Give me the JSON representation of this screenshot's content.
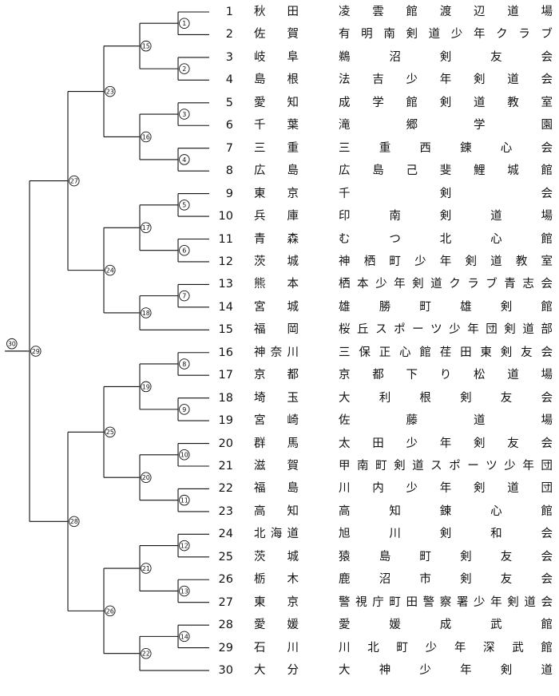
{
  "entries": [
    {
      "no": "1",
      "pref": "秋田",
      "club": "凌雲館渡辺道場"
    },
    {
      "no": "2",
      "pref": "佐賀",
      "club": "有明南剣道少年クラブ"
    },
    {
      "no": "3",
      "pref": "岐阜",
      "club": "鵜沼剣友会"
    },
    {
      "no": "4",
      "pref": "島根",
      "club": "法吉少年剣道会"
    },
    {
      "no": "5",
      "pref": "愛知",
      "club": "成学館剣道教室"
    },
    {
      "no": "6",
      "pref": "千葉",
      "club": "滝郷学園"
    },
    {
      "no": "7",
      "pref": "三重",
      "club": "三重西錬心会"
    },
    {
      "no": "8",
      "pref": "広島",
      "club": "広島己斐鯉城館"
    },
    {
      "no": "9",
      "pref": "東京",
      "club": "千剣会"
    },
    {
      "no": "10",
      "pref": "兵庫",
      "club": "印南剣道場"
    },
    {
      "no": "11",
      "pref": "青森",
      "club": "むつ北心館"
    },
    {
      "no": "12",
      "pref": "茨城",
      "club": "神栖町少年剣道教室"
    },
    {
      "no": "13",
      "pref": "熊本",
      "club": "栖本少年剣道クラブ青志会"
    },
    {
      "no": "14",
      "pref": "宮城",
      "club": "雄勝町雄剣館"
    },
    {
      "no": "15",
      "pref": "福岡",
      "club": "桜丘スポーツ少年団剣道部"
    },
    {
      "no": "16",
      "pref": "神奈川",
      "club": "三保正心館荏田東剣友会"
    },
    {
      "no": "17",
      "pref": "京都",
      "club": "京都下り松道場"
    },
    {
      "no": "18",
      "pref": "埼玉",
      "club": "大利根剣友会"
    },
    {
      "no": "19",
      "pref": "宮崎",
      "club": "佐藤道場"
    },
    {
      "no": "20",
      "pref": "群馬",
      "club": "太田少年剣友会"
    },
    {
      "no": "21",
      "pref": "滋賀",
      "club": "甲南町剣道スポーツ少年団"
    },
    {
      "no": "22",
      "pref": "福島",
      "club": "川内少年剣道団"
    },
    {
      "no": "23",
      "pref": "高知",
      "club": "高知錬心館"
    },
    {
      "no": "24",
      "pref": "北海道",
      "club": "旭川剣和会"
    },
    {
      "no": "25",
      "pref": "茨城",
      "club": "猿島町剣友会"
    },
    {
      "no": "26",
      "pref": "栃木",
      "club": "鹿沼市剣友会"
    },
    {
      "no": "27",
      "pref": "東京",
      "club": "警視庁町田警察署少年剣道会"
    },
    {
      "no": "28",
      "pref": "愛媛",
      "club": "愛媛成武館"
    },
    {
      "no": "29",
      "pref": "石川",
      "club": "川北町少年深武館"
    },
    {
      "no": "30",
      "pref": "大分",
      "club": "大神少年剣道"
    }
  ],
  "matches": [
    {
      "no": "1",
      "a": "e1",
      "b": "e2"
    },
    {
      "no": "2",
      "a": "e3",
      "b": "e4"
    },
    {
      "no": "3",
      "a": "e5",
      "b": "e6"
    },
    {
      "no": "4",
      "a": "e7",
      "b": "e8"
    },
    {
      "no": "5",
      "a": "e9",
      "b": "e10"
    },
    {
      "no": "6",
      "a": "e11",
      "b": "e12"
    },
    {
      "no": "7",
      "a": "e13",
      "b": "e14"
    },
    {
      "no": "8",
      "a": "e16",
      "b": "e17"
    },
    {
      "no": "9",
      "a": "e18",
      "b": "e19"
    },
    {
      "no": "10",
      "a": "e20",
      "b": "e21"
    },
    {
      "no": "11",
      "a": "e22",
      "b": "e23"
    },
    {
      "no": "12",
      "a": "e24",
      "b": "e25"
    },
    {
      "no": "13",
      "a": "e26",
      "b": "e27"
    },
    {
      "no": "14",
      "a": "e28",
      "b": "e29"
    },
    {
      "no": "15",
      "a": "m1",
      "b": "m2"
    },
    {
      "no": "16",
      "a": "m3",
      "b": "m4"
    },
    {
      "no": "17",
      "a": "m5",
      "b": "m6"
    },
    {
      "no": "18",
      "a": "m7",
      "b": "e15"
    },
    {
      "no": "19",
      "a": "m8",
      "b": "m9"
    },
    {
      "no": "20",
      "a": "m10",
      "b": "m11"
    },
    {
      "no": "21",
      "a": "m12",
      "b": "m13"
    },
    {
      "no": "22",
      "a": "m14",
      "b": "e30"
    },
    {
      "no": "23",
      "a": "m15",
      "b": "m16"
    },
    {
      "no": "24",
      "a": "m17",
      "b": "m18"
    },
    {
      "no": "25",
      "a": "m19",
      "b": "m20"
    },
    {
      "no": "26",
      "a": "m21",
      "b": "m22"
    },
    {
      "no": "27",
      "a": "m23",
      "b": "m24"
    },
    {
      "no": "28",
      "a": "m25",
      "b": "m26"
    },
    {
      "no": "29",
      "a": "m27",
      "b": "m28"
    },
    {
      "no": "30",
      "a": "m29",
      "b": null
    }
  ]
}
